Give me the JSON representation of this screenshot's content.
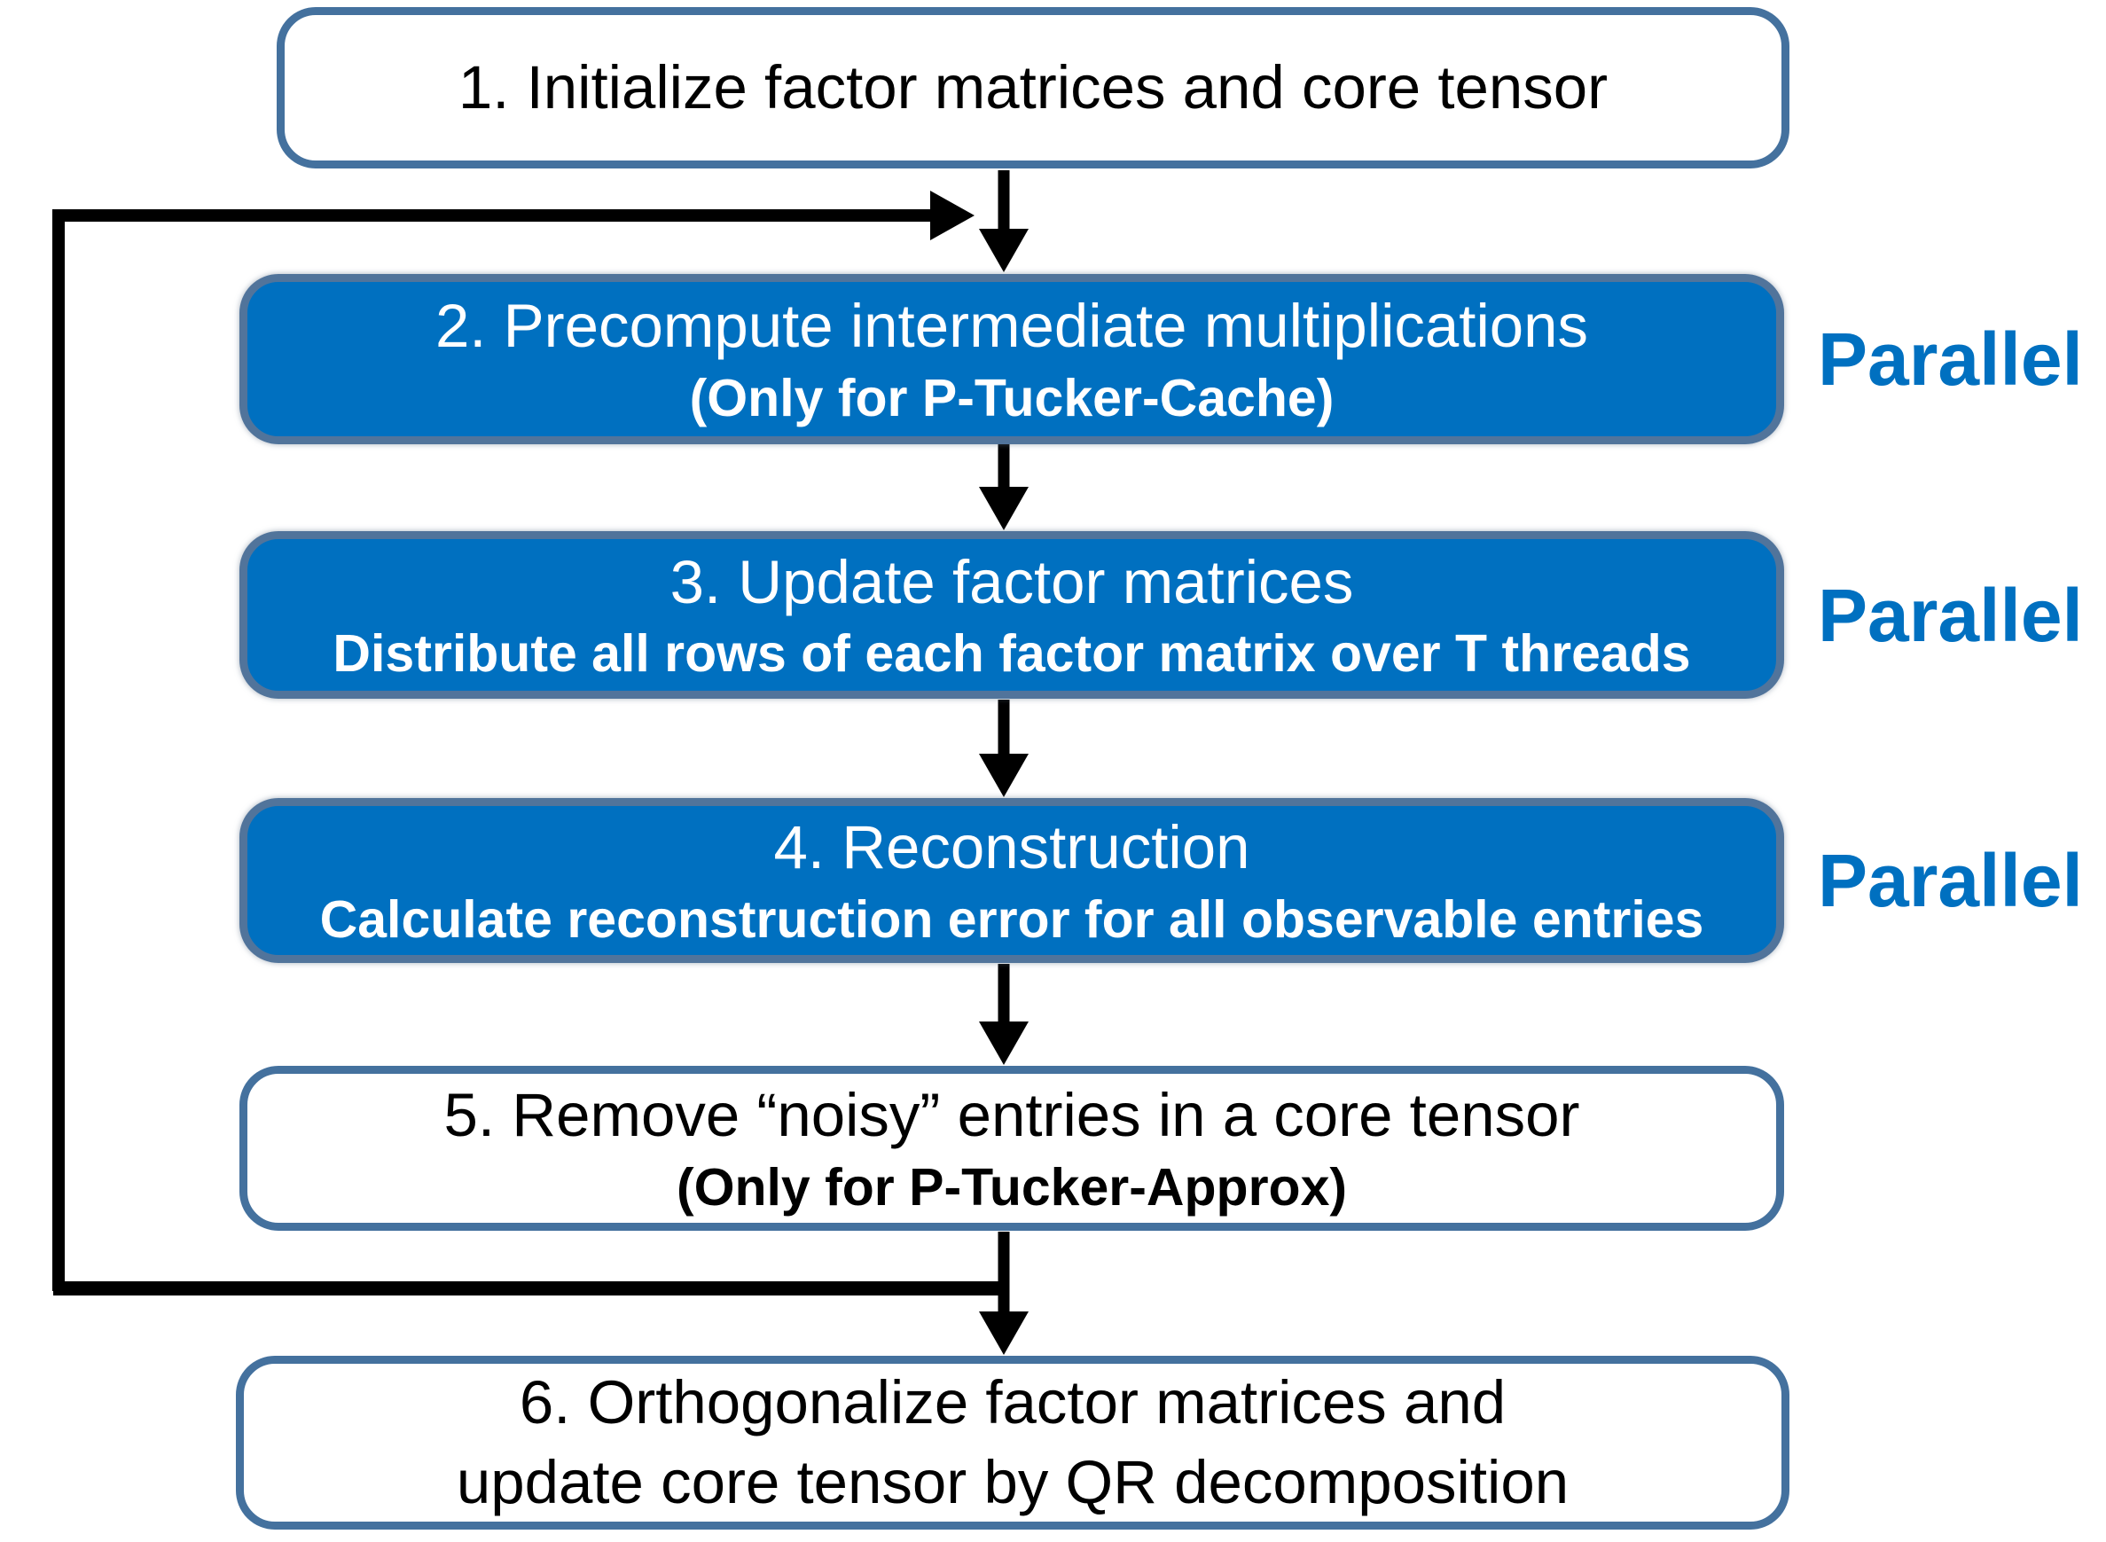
{
  "flow": {
    "steps": [
      {
        "title": "1. Initialize factor matrices and core tensor",
        "subtitle": ""
      },
      {
        "title": "2. Precompute intermediate multiplications",
        "subtitle": "(Only for P-Tucker-Cache)",
        "annotation": "Parallel"
      },
      {
        "title": "3. Update factor matrices",
        "subtitle": "Distribute all rows of each factor matrix over T threads",
        "annotation": "Parallel"
      },
      {
        "title": "4. Reconstruction",
        "subtitle": "Calculate reconstruction error for all observable entries",
        "annotation": "Parallel"
      },
      {
        "title": "5. Remove “noisy” entries in a core tensor",
        "subtitle": "(Only for P-Tucker-Approx)"
      },
      {
        "title": "6. Orthogonalize factor matrices and",
        "subtitle": "update core tensor by QR decomposition"
      }
    ],
    "colors": {
      "highlight_box_fill": "#0070c0",
      "highlight_box_border": "#51749b",
      "plain_box_border": "#44719e",
      "parallel_text": "#0070c0",
      "arrow": "#000000"
    }
  }
}
